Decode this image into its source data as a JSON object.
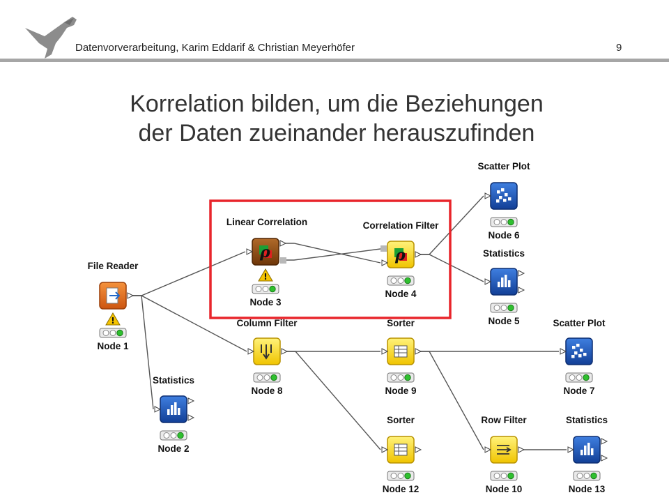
{
  "header": {
    "text": "Datenvorverarbeitung, Karim Eddarif & Christian Meyerhöfer",
    "page_number": "9"
  },
  "title": {
    "line1": "Korrelation bilden, um die Beziehungen",
    "line2": "der Daten zueinander herauszufinden"
  },
  "nodes": {
    "n1": {
      "label": "File Reader",
      "name": "Node 1",
      "type": "reader"
    },
    "n2": {
      "label": "Statistics",
      "name": "Node 2",
      "type": "statistics"
    },
    "n3": {
      "label": "Linear Correlation",
      "name": "Node 3",
      "type": "correlation"
    },
    "n4": {
      "label": "Correlation Filter",
      "name": "Node 4",
      "type": "corrfilter"
    },
    "n5": {
      "label": "Statistics",
      "name": "Node 5",
      "type": "statistics"
    },
    "n6": {
      "label": "Scatter Plot",
      "name": "Node 6",
      "type": "scatter"
    },
    "n7": {
      "label": "Scatter Plot",
      "name": "Node 7",
      "type": "scatter"
    },
    "n8": {
      "label": "Column Filter",
      "name": "Node 8",
      "type": "colfilter"
    },
    "n9": {
      "label": "Sorter",
      "name": "Node 9",
      "type": "sorter"
    },
    "n10": {
      "label": "Row Filter",
      "name": "Node 10",
      "type": "rowfilter"
    },
    "n12": {
      "label": "Sorter",
      "name": "Node 12",
      "type": "sorter"
    },
    "n13": {
      "label": "Statistics",
      "name": "Node 13",
      "type": "statistics"
    }
  },
  "warnings": [
    "n1",
    "n3"
  ],
  "highlight_color": "#e8252b",
  "colors": {
    "yellow_node": "#f5d21c",
    "blue_node": "#1f56b8",
    "orange_node": "#e36a1c",
    "brown_node": "#8b4a12"
  }
}
